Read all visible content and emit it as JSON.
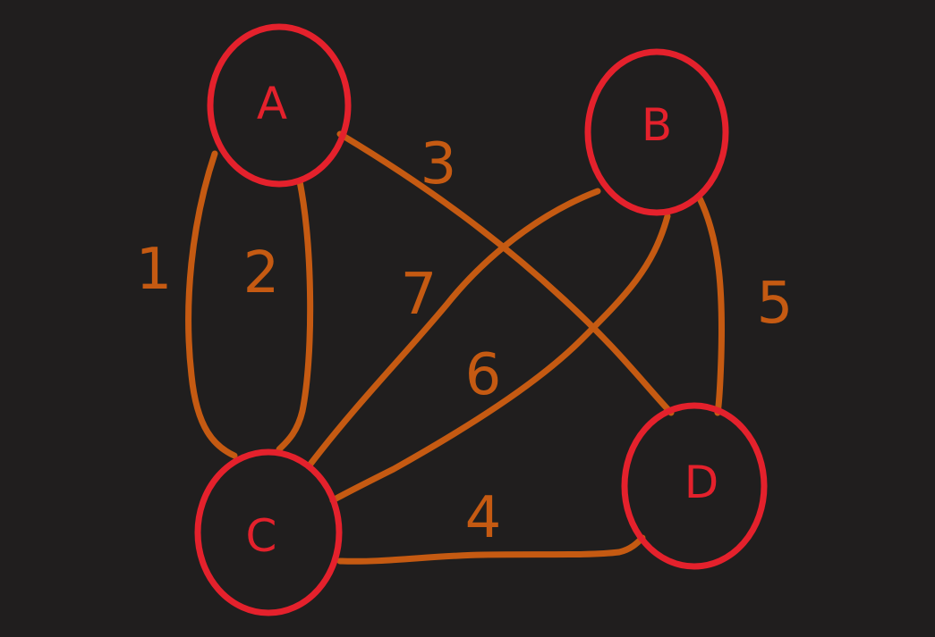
{
  "colors": {
    "background": "#201e1e",
    "node": "#e4212c",
    "edge": "#c55a12"
  },
  "graph": {
    "nodes": [
      {
        "id": "A",
        "label": "A"
      },
      {
        "id": "B",
        "label": "B"
      },
      {
        "id": "C",
        "label": "C"
      },
      {
        "id": "D",
        "label": "D"
      }
    ],
    "edges": [
      {
        "from": "A",
        "to": "C",
        "weight": "1"
      },
      {
        "from": "A",
        "to": "C",
        "weight": "2"
      },
      {
        "from": "A",
        "to": "D",
        "weight": "3"
      },
      {
        "from": "C",
        "to": "D",
        "weight": "4"
      },
      {
        "from": "B",
        "to": "D",
        "weight": "5"
      },
      {
        "from": "B",
        "to": "C",
        "weight": "6"
      },
      {
        "from": "B",
        "to": "C",
        "weight": "7"
      }
    ]
  }
}
